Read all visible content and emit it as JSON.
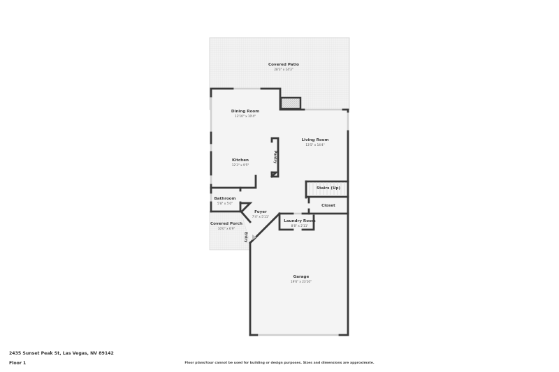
{
  "floor_plan": {
    "address": "2435 Sunset Peak St, Las Vegas, NV 89142",
    "floor": "Floor 1",
    "disclaimer": "Floor plans/tour cannot be used for building or design purposes. Sizes and dimensions are approximate.",
    "colors": {
      "wall": "#3a3a3a",
      "floor": "#f4f4f4",
      "outdoor": "#eeeeee",
      "window": "#cfcfcf",
      "text": "#3a3a3a"
    },
    "rooms": [
      {
        "name": "Covered Patio",
        "dims": "28'3\" x 14'3\""
      },
      {
        "name": "Dining Room",
        "dims": "13'10\" x 10'4\""
      },
      {
        "name": "Living Room",
        "dims": "13'5\" x 14'4\""
      },
      {
        "name": "Kitchen",
        "dims": "12'3\" x 9'5\""
      },
      {
        "name": "Pantry",
        "dims": ""
      },
      {
        "name": "Stairs (Up)",
        "dims": ""
      },
      {
        "name": "Closet",
        "dims": ""
      },
      {
        "name": "Bathroom",
        "dims": "5'8\" x 5'0\""
      },
      {
        "name": "Foyer",
        "dims": "7'4\" x 5'11\""
      },
      {
        "name": "Covered Porch",
        "dims": "10'0\" x 6'9\""
      },
      {
        "name": "Entry",
        "dims": ""
      },
      {
        "name": "Laundry Room",
        "dims": "8'8\" x 2'11\""
      },
      {
        "name": "Garage",
        "dims": "19'6\" x 23'10\""
      }
    ]
  }
}
